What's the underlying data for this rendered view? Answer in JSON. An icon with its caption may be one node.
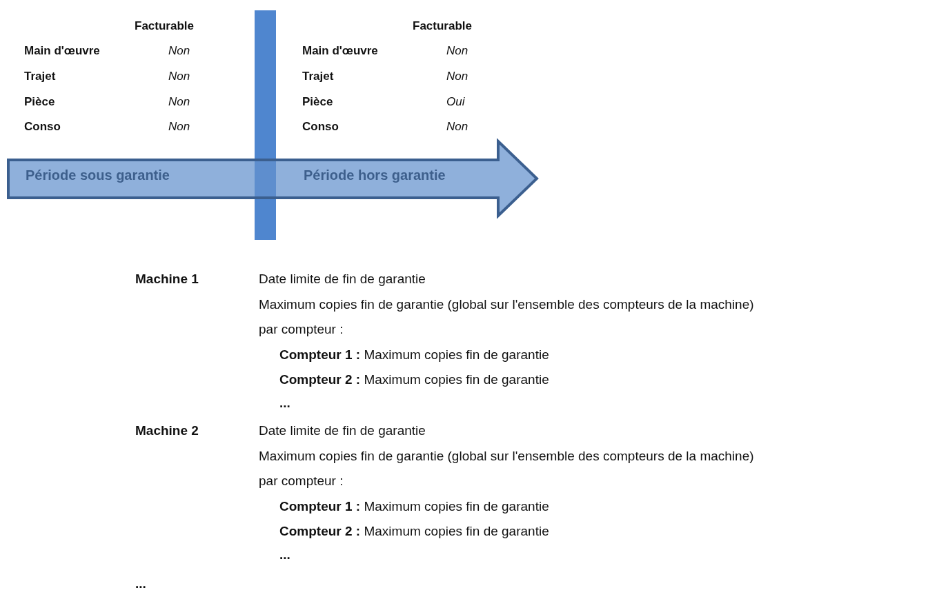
{
  "diagram": {
    "nodes": [
      {
        "text": [
          "Période sous garantie",
          "Période hors garantie"
        ]
      },
      {
        "text": [],
        "shape": "bar"
      }
    ],
    "labels": [
      "Facturable",
      "Main d'œuvre",
      "Non",
      "Trajet",
      "Non",
      "Pièce",
      "Non",
      "Conso",
      "Non",
      "Facturable",
      "Main d'œuvre",
      "Non",
      "Trajet",
      "Non",
      "Pièce",
      "Oui",
      "Conso",
      "Non",
      "Machine 1",
      "Date limite de fin de garantie",
      "Maximum copies fin de garantie (global sur l'ensemble des compteurs de la machine)",
      "par compteur :",
      "**Compteur 1 :** Maximum copies fin de garantie",
      "**Compteur 2 :** Maximum copies fin de garantie",
      "...",
      "Machine 2",
      "Date limite de fin de garantie",
      "Maximum copies fin de garantie (global sur l'ensemble des compteurs de la machine)",
      "par compteur :",
      "**Compteur 1 :** Maximum copies fin de garantie",
      "**Compteur 2 :** Maximum copies fin de garantie",
      "...",
      "..."
    ]
  }
}
